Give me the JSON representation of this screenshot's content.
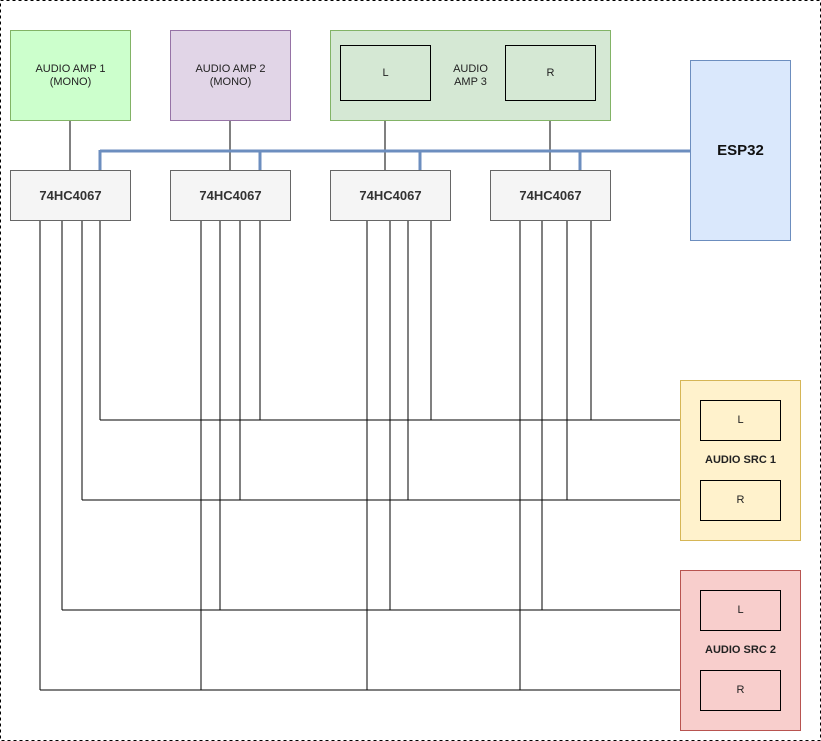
{
  "colors": {
    "amp1_fill": "#ccffcc",
    "amp1_stroke": "#82b366",
    "amp2_fill": "#e1d5e7",
    "amp2_stroke": "#9673a6",
    "amp3_fill": "#d5e8d4",
    "amp3_stroke": "#82b366",
    "mux_fill": "#f5f5f5",
    "mux_stroke": "#666666",
    "esp_fill": "#dae8fc",
    "esp_stroke": "#6c8ebf",
    "src1_fill": "#fff2cc",
    "src1_stroke": "#d6b656",
    "src2_fill": "#f8cecc",
    "src2_stroke": "#b85450",
    "bus": "#6c8ebf",
    "wire": "#000000"
  },
  "amp1": {
    "label": "AUDIO AMP 1\n(MONO)"
  },
  "amp2": {
    "label": "AUDIO AMP 2\n(MONO)"
  },
  "amp3": {
    "label": "AUDIO\nAMP 3",
    "left": "L",
    "right": "R"
  },
  "esp32": {
    "label": "ESP32"
  },
  "muxes": [
    {
      "label": "74HC4067"
    },
    {
      "label": "74HC4067"
    },
    {
      "label": "74HC4067"
    },
    {
      "label": "74HC4067"
    }
  ],
  "src1": {
    "label": "AUDIO SRC 1",
    "left": "L",
    "right": "R"
  },
  "src2": {
    "label": "AUDIO SRC 2",
    "left": "L",
    "right": "R"
  }
}
